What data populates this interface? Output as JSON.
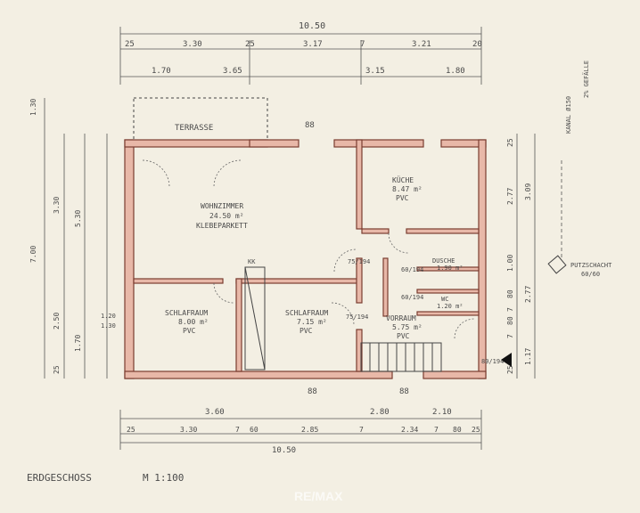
{
  "top_dimensions": {
    "overall": "10.50",
    "row1": [
      "25",
      "3.30",
      "25",
      "3.17",
      "7",
      "3.21",
      "20"
    ],
    "row2": [
      "1.70",
      "3.65",
      "3.15",
      "1.80"
    ]
  },
  "bottom_dimensions": {
    "row1": [
      "3.60",
      "2.80",
      "2.10"
    ],
    "row2": [
      "25",
      "3.30",
      "7",
      "60",
      "2.85",
      "7",
      "2.34",
      "7",
      "80",
      "25"
    ],
    "overall": "10.50"
  },
  "left_dimensions": [
    "1.30",
    "7.00",
    "5.30",
    "3.30",
    "2.50",
    "1.20",
    "1.30",
    "1.70",
    "25"
  ],
  "right_dimensions": [
    "25",
    "2.77",
    "3.09",
    "1.00",
    "2.77",
    "80",
    "7",
    "80",
    "7",
    "25",
    "1.17"
  ],
  "rooms": {
    "terrace": {
      "name": "TERRASSE"
    },
    "living": {
      "name": "WOHNZIMMER",
      "area": "24.50 m²",
      "floor": "KLEBEPARKETT"
    },
    "kitchen": {
      "name": "KÜCHE",
      "area": "8.47 m²",
      "floor": "PVC"
    },
    "bedroom1": {
      "name": "SCHLAFRAUM",
      "area": "8.00 m²",
      "floor": "PVC"
    },
    "bedroom2": {
      "name": "SCHLAFRAUM",
      "area": "7.15 m²",
      "floor": "PVC"
    },
    "shower": {
      "name": "DUSCHE",
      "area": "1.90 m²"
    },
    "wc": {
      "name": "WC",
      "area": "1.20 m²"
    },
    "hall": {
      "name": "VORRAUM",
      "area": "5.75 m²",
      "floor": "PVC"
    }
  },
  "door_labels": [
    "75/194",
    "60/194",
    "75/194",
    "80/194",
    "60/194",
    "88",
    "88",
    "88"
  ],
  "side_notes": {
    "kanal": "KANAL Ø150",
    "gefaelle": "2% GEFÄLLE",
    "putzschacht": "PUTZSCHACHT",
    "putzschacht_size": "60/60",
    "kk": "KK"
  },
  "plan_title": "ERDGESCHOSS",
  "scale": "M 1:100",
  "watermark": "RE/MAX",
  "colors": {
    "wall_fill": "#e8b8a8",
    "wall_stroke": "#7a3c30",
    "paper": "#f3efe3"
  }
}
